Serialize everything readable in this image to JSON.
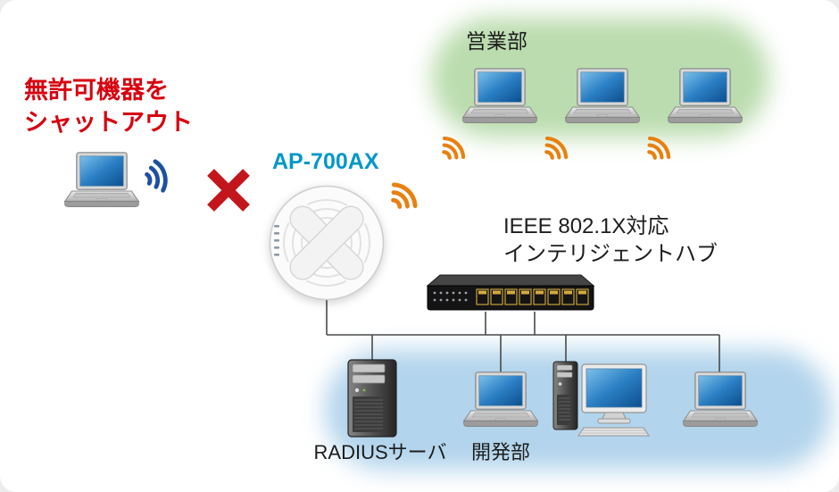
{
  "labels": {
    "warning_line1": "無許可機器を",
    "warning_line2": "シャットアウト",
    "ap_model": "AP-700AX",
    "sales_department": "営業部",
    "hub_line1": "IEEE 802.1X対応",
    "hub_line2": "インテリジェントハブ",
    "radius_server": "RADIUSサーバ",
    "dev_department": "開発部"
  },
  "colors": {
    "warning_red": "#d7000f",
    "block_x_red": "#c3161c",
    "ap_label_blue": "#0097c9",
    "wifi_blue": "#1d50a2",
    "wifi_orange": "#e8800f",
    "sales_zone_green": "#badcae",
    "wired_zone_blue": "#b2d4ec",
    "cable_gray": "#4a4a4a",
    "screen_blue": "#2b7fc4"
  },
  "icons": {
    "laptop": "laptop-icon",
    "wifi": "wifi-waves-icon",
    "blocked": "block-x-icon",
    "access_point": "access-point-icon",
    "hub": "ethernet-hub-icon",
    "server": "server-tower-icon",
    "desktop": "desktop-pc-icon"
  }
}
